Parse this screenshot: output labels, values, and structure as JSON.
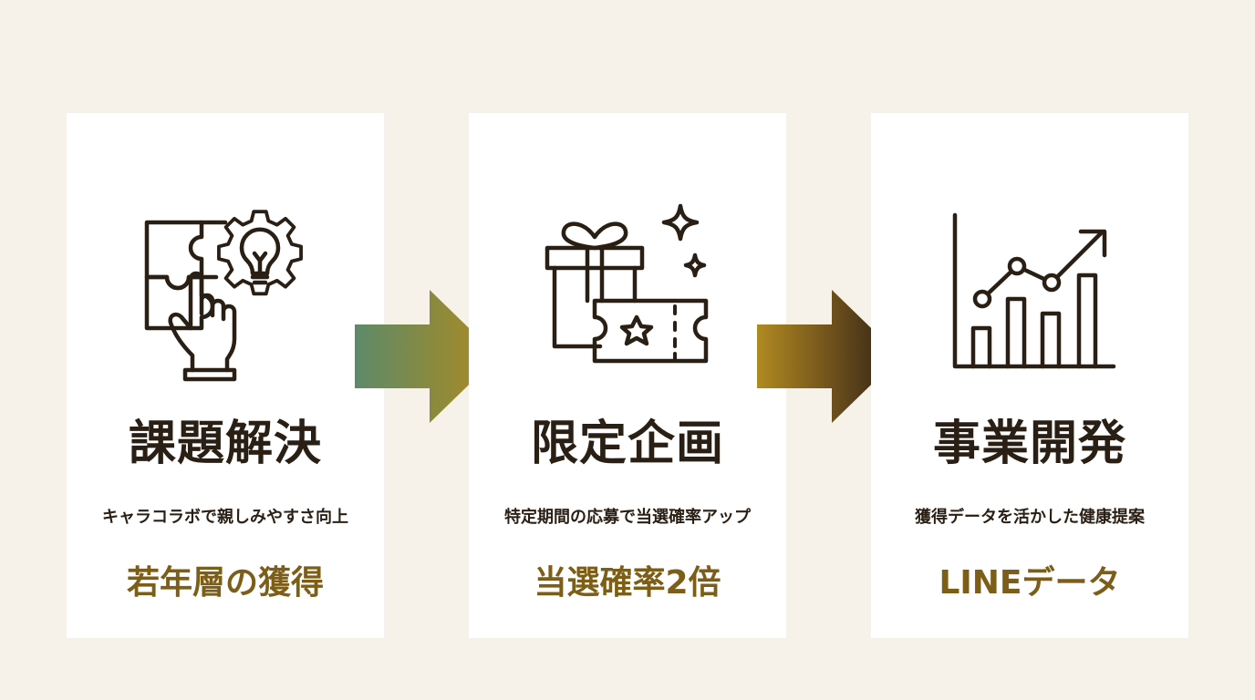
{
  "steps": [
    {
      "title": "課題解決",
      "description": "キャラコラボで親しみやすさ向上",
      "result": "若年層の獲得",
      "icon": "puzzle-lightbulb-gear-hand-icon"
    },
    {
      "title": "限定企画",
      "description": "特定期間の応募で当選確率アップ",
      "result": "当選確率2倍",
      "icon": "gift-ticket-sparkle-icon"
    },
    {
      "title": "事業開発",
      "description": "獲得データを活かした健康提案",
      "result": "LINEデータ",
      "icon": "bar-line-growth-chart-icon"
    }
  ],
  "colors": {
    "background": "#f6f2ea",
    "card": "#ffffff",
    "title_text": "#2a1f14",
    "result_text": "#7c5e18",
    "icon_stroke": "#2a1f14",
    "arrow1_start": "#5e8a6a",
    "arrow1_end": "#b08a22",
    "arrow2_start": "#b08a22",
    "arrow2_end": "#2a1f14"
  }
}
